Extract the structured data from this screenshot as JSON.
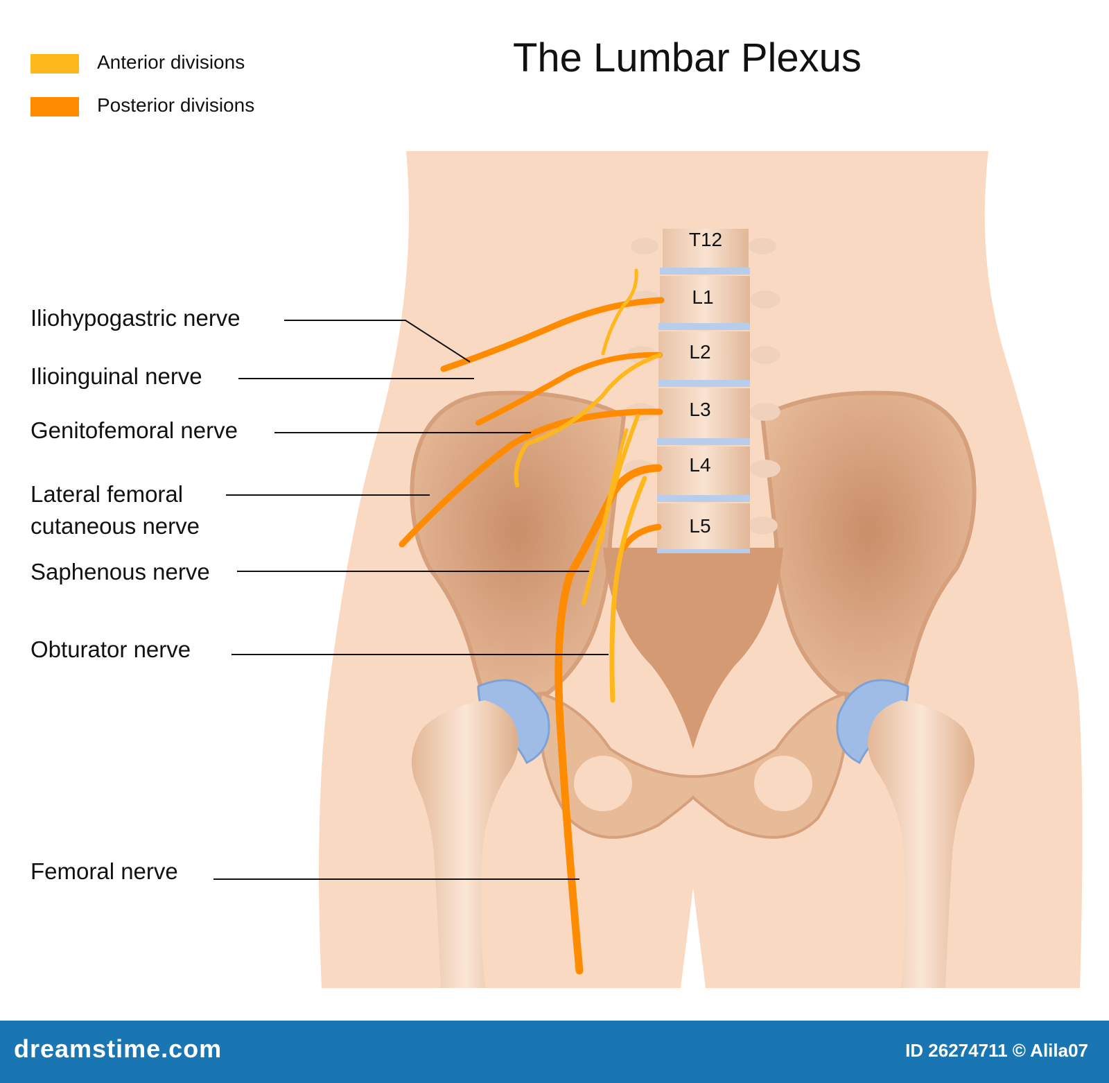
{
  "title": "The Lumbar Plexus",
  "legend": [
    {
      "label": "Anterior divisions",
      "color": "#FFB81C"
    },
    {
      "label": "Posterior divisions",
      "color": "#FF8C00"
    }
  ],
  "vertebrae": [
    "T12",
    "L1",
    "L2",
    "L3",
    "L4",
    "L5"
  ],
  "nerves": [
    {
      "id": "iliohypogastric",
      "label": "Iliohypogastric nerve"
    },
    {
      "id": "ilioinguinal",
      "label": "Ilioinguinal nerve"
    },
    {
      "id": "genitofemoral",
      "label": "Genitofemoral nerve"
    },
    {
      "id": "lateral-femoral-cutaneous",
      "label_line1": "Lateral femoral",
      "label_line2": "cutaneous nerve"
    },
    {
      "id": "saphenous",
      "label": "Saphenous nerve"
    },
    {
      "id": "obturator",
      "label": "Obturator nerve"
    },
    {
      "id": "femoral",
      "label": "Femoral nerve"
    }
  ],
  "footer": {
    "brand": "dreamstime.com",
    "photo_id": "ID 26274711 © Alila07"
  },
  "colors": {
    "skin": "#FAD9C3",
    "bone": "#E2B08E",
    "bone_dark": "#C98E6A",
    "cartilage": "#9FBCE6",
    "anterior": "#FFB81C",
    "posterior": "#FF8C00",
    "footer": "#1A75B3"
  }
}
